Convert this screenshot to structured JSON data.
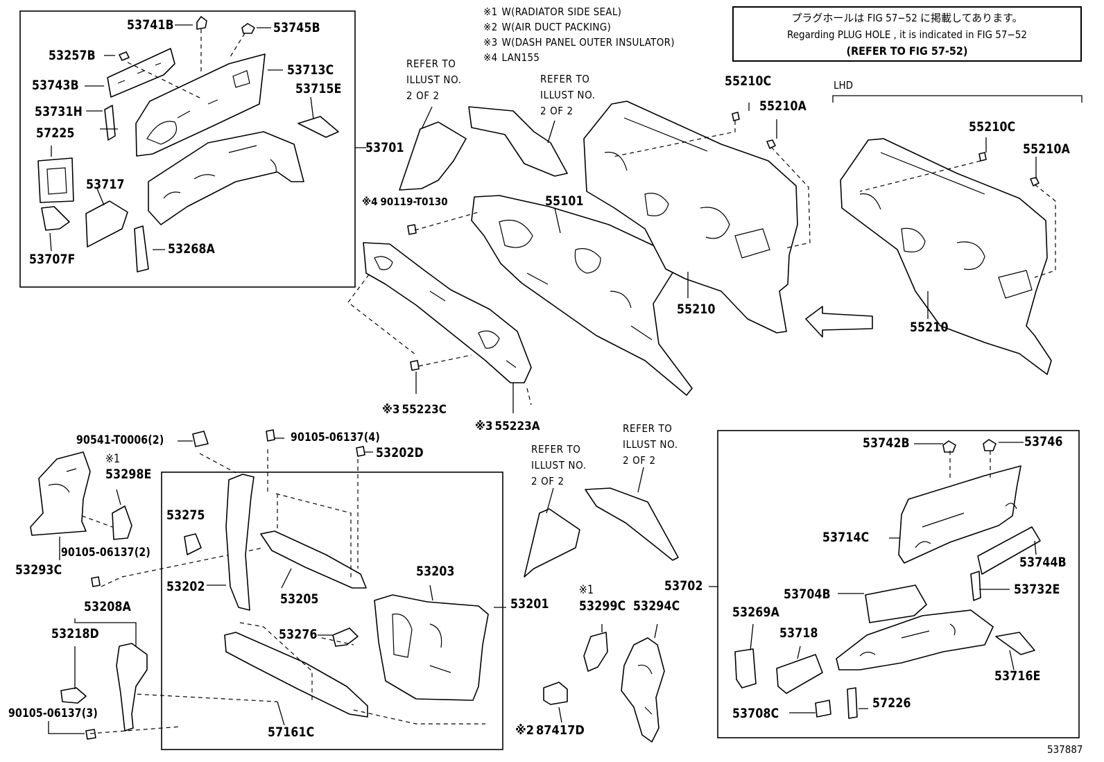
{
  "notes": [
    {
      "mark": "※1",
      "text": "W(RADIATOR SIDE SEAL)"
    },
    {
      "mark": "※2",
      "text": "W(AIR DUCT PACKING)"
    },
    {
      "mark": "※3",
      "text": "W(DASH PANEL OUTER INSULATOR)"
    },
    {
      "mark": "※4",
      "text": "LAN155"
    }
  ],
  "plug_notice": {
    "japanese": "プラグホールは FIG 57−52 に掲載してあります。",
    "english": "Regarding  PLUG  HOLE , it is indicated in FIG  57−52",
    "refer": "(REFER TO FIG 57-52)"
  },
  "refer_text": [
    "REFER TO",
    "ILLUST NO.",
    "2 OF 2"
  ],
  "lhd_label": "LHD",
  "figure_number": "537887",
  "part_labels": {
    "p53741B": "53741B",
    "p53745B": "53745B",
    "p53257B": "53257B",
    "p53713C": "53713C",
    "p53743B": "53743B",
    "p53715E": "53715E",
    "p53731H": "53731H",
    "p57225": "57225",
    "p53701": "53701",
    "p53717": "53717",
    "p53268A": "53268A",
    "p53707F": "53707F",
    "p90119": "90119-T0130",
    "p55101": "55101",
    "p55223C": "55223C",
    "p55223A": "55223A",
    "p55210C_a": "55210C",
    "p55210A_a": "55210A",
    "p55210_a": "55210",
    "p55210C_b": "55210C",
    "p55210A_b": "55210A",
    "p55210_b": "55210",
    "p90541": "90541-T0006(2)",
    "p53298E": "53298E",
    "p90105_a": "90105-06137(4)",
    "p53202D": "53202D",
    "p53275": "53275",
    "p90105_b": "90105-06137(2)",
    "p53293C": "53293C",
    "p53202": "53202",
    "p53205": "53205",
    "p53203": "53203",
    "p53201": "53201",
    "p53208A": "53208A",
    "p53218D": "53218D",
    "p53276": "53276",
    "p90105_c": "90105-06137(3)",
    "p57161C": "57161C",
    "p87417D": "87417D",
    "p53299C": "53299C",
    "p53294C": "53294C",
    "p53702": "53702",
    "p53742B": "53742B",
    "p53746": "53746",
    "p53714C": "53714C",
    "p53744B": "53744B",
    "p53704B": "53704B",
    "p53732E": "53732E",
    "p53269A": "53269A",
    "p53718": "53718",
    "p53716E": "53716E",
    "p53708C": "53708C",
    "p57226": "57226"
  },
  "marks": {
    "m1": "※1",
    "m2": "※2",
    "m3": "※3",
    "m4": "※4"
  }
}
